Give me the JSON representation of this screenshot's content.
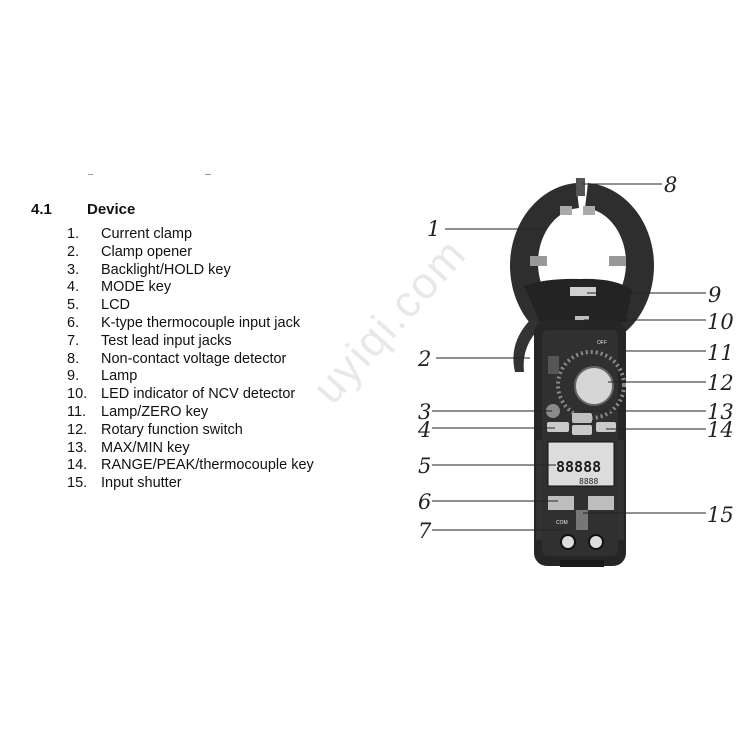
{
  "section": {
    "number": "4.1",
    "title": "Device"
  },
  "parts": [
    {
      "num": "1.",
      "label": "Current clamp"
    },
    {
      "num": "2.",
      "label": "Clamp opener"
    },
    {
      "num": "3.",
      "label": "Backlight/HOLD key"
    },
    {
      "num": "4.",
      "label": "MODE key"
    },
    {
      "num": "5.",
      "label": "LCD"
    },
    {
      "num": "6.",
      "label": "K-type thermocouple input jack"
    },
    {
      "num": "7.",
      "label": "Test lead input jacks"
    },
    {
      "num": "8.",
      "label": "Non-contact voltage detector"
    },
    {
      "num": "9.",
      "label": "Lamp"
    },
    {
      "num": "10.",
      "label": "LED indicator of NCV detector"
    },
    {
      "num": "11.",
      "label": "Lamp/ZERO key"
    },
    {
      "num": "12.",
      "label": "Rotary function switch"
    },
    {
      "num": "13.",
      "label": "MAX/MIN key"
    },
    {
      "num": "14.",
      "label": "RANGE/PEAK/thermocouple key"
    },
    {
      "num": "15.",
      "label": "Input shutter"
    }
  ],
  "callouts": [
    "1",
    "2",
    "3",
    "4",
    "5",
    "6",
    "7",
    "8",
    "9",
    "10",
    "11",
    "12",
    "13",
    "14",
    "15"
  ],
  "lcd": {
    "main_digits": "88888",
    "sub_digits": "8888"
  },
  "device_labels": {
    "off": "OFF",
    "com": "COM"
  },
  "watermark": "uyiqi.com"
}
